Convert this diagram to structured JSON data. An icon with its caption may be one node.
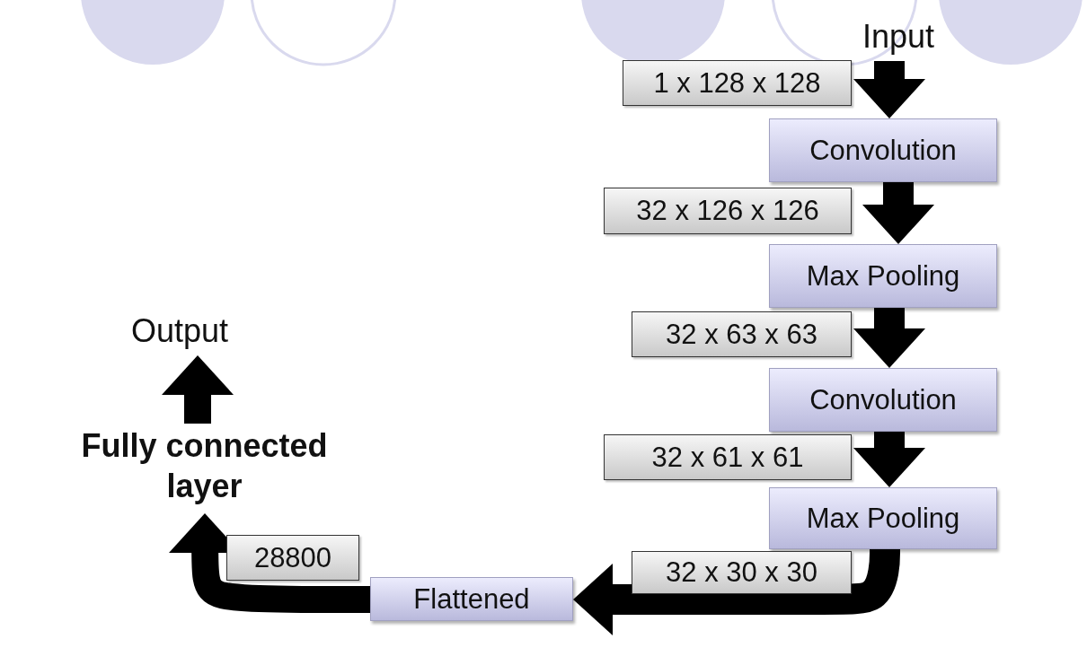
{
  "diagram": {
    "nodes": [
      {
        "text": [
          "Input"
        ]
      },
      {
        "text": [
          "Convolution"
        ]
      },
      {
        "text": [
          "Max Pooling"
        ]
      },
      {
        "text": [
          "Convolution"
        ]
      },
      {
        "text": [
          "Max Pooling"
        ]
      },
      {
        "text": [
          "Flattened"
        ]
      },
      {
        "text": [
          "Fully connected layer"
        ]
      },
      {
        "text": [
          "Output"
        ]
      }
    ],
    "edges": [
      {
        "from": 0,
        "to": 1,
        "arrow": "to",
        "label": "1 x 128 x 128"
      },
      {
        "from": 1,
        "to": 2,
        "arrow": "to",
        "label": "32 x 126 x 126"
      },
      {
        "from": 2,
        "to": 3,
        "arrow": "to",
        "label": "32 x 63 x 63"
      },
      {
        "from": 3,
        "to": 4,
        "arrow": "to",
        "label": "32 x 61 x 61"
      },
      {
        "from": 4,
        "to": 5,
        "arrow": "to",
        "label": "32 x 30 x 30"
      },
      {
        "from": 5,
        "to": 6,
        "arrow": "to",
        "label": "28800"
      },
      {
        "from": 6,
        "to": 7,
        "arrow": "to"
      }
    ]
  }
}
